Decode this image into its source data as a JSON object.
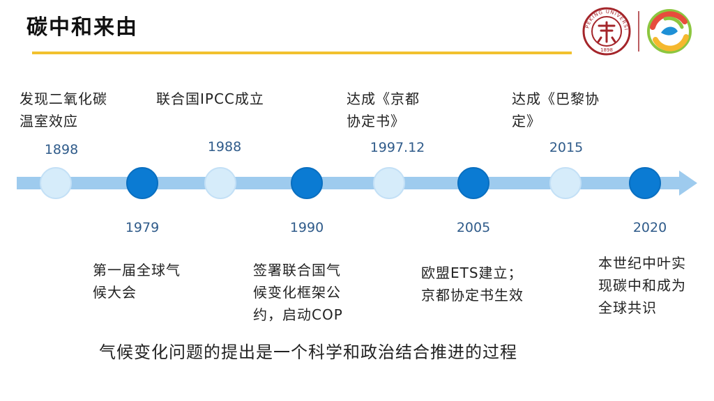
{
  "slide": {
    "title": "碳中和来由",
    "conclusion": "气候变化问题的提出是一个科学和政治结合推进的过程"
  },
  "timeline": {
    "top": [
      {
        "year": "1898",
        "event_line1": "发现二氧化碳",
        "event_line2": "温室效应"
      },
      {
        "year": "1988",
        "event_line1": "联合国IPCC成立",
        "event_line2": ""
      },
      {
        "year": "1997.12",
        "event_line1": "达成《京都",
        "event_line2": "协定书》"
      },
      {
        "year": "2015",
        "event_line1": "达成《巴黎协",
        "event_line2": "定》"
      }
    ],
    "bottom": [
      {
        "year": "1979",
        "event_line1": "第一届全球气",
        "event_line2": "候大会",
        "event_line3": ""
      },
      {
        "year": "1990",
        "event_line1": "签署联合国气",
        "event_line2": "候变化框架公",
        "event_line3": "约，启动COP"
      },
      {
        "year": "2005",
        "event_line1": "欧盟ETS建立；",
        "event_line2": "京都协定书生效",
        "event_line3": ""
      },
      {
        "year": "2020",
        "event_line1": "本世纪中叶实",
        "event_line2": "现碳中和成为",
        "event_line3": "全球共识"
      }
    ]
  },
  "logos": {
    "university_seal_text": "PEKING UNIVERSITY",
    "university_seal_year": "1898"
  },
  "colors": {
    "accent_line": "#f2c12e",
    "timeline": "#9ecbee",
    "node_dark": "#0b7bd3",
    "node_light": "#d6ecfa",
    "seal_red": "#a4252a"
  }
}
